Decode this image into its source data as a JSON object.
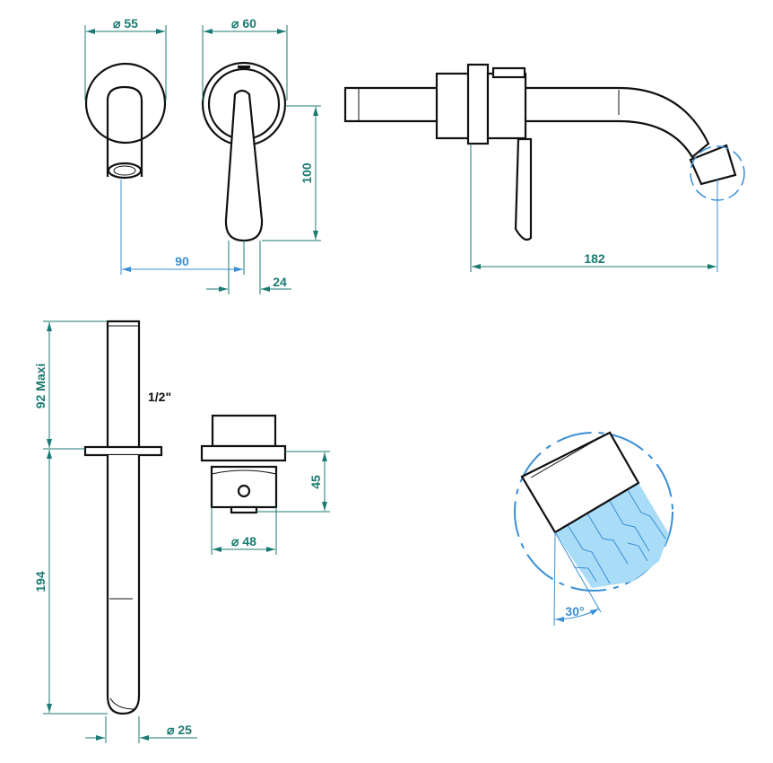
{
  "drawing": {
    "colors": {
      "dimension": "#1b7a73",
      "detail": "#3a8fd6",
      "water": "#a9dcf7",
      "outline": "#111111"
    },
    "front_view_spout": {
      "diameter_label": "⌀ 55"
    },
    "front_view_mixer": {
      "diameter_label": "⌀ 60",
      "height_label": "100"
    },
    "offsets": {
      "spout_to_handle": "90",
      "handle_offset": "24"
    },
    "side_view": {
      "projection_label": "182"
    },
    "spout_tube": {
      "inlet_length_label": "92 Maxi",
      "thread_label": "1/2\"",
      "length_label": "194",
      "diameter_label": "⌀ 25"
    },
    "mixer_body": {
      "depth_label": "45",
      "diameter_label": "⌀ 48"
    },
    "aerator_detail": {
      "angle_label": "30°"
    }
  }
}
